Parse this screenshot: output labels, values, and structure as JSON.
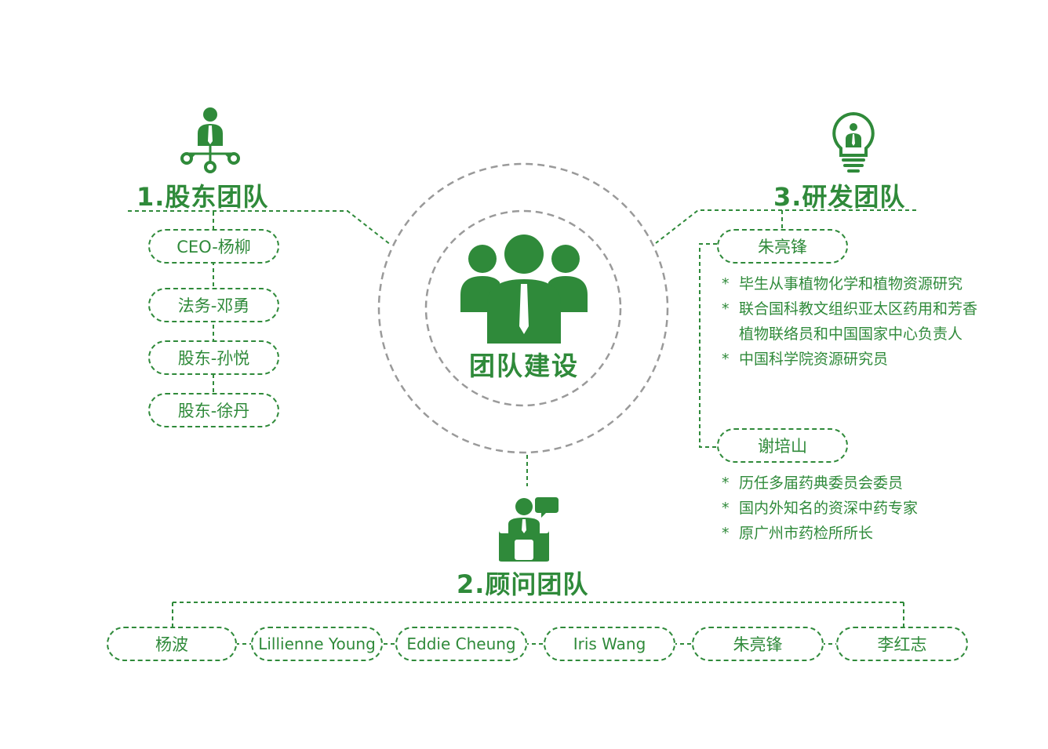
{
  "center": {
    "title": "团队建设"
  },
  "shareholders": {
    "heading": "1.股东团队",
    "members": [
      "CEO-杨柳",
      "法务-邓勇",
      "股东-孙悦",
      "股东-徐丹"
    ]
  },
  "advisors": {
    "heading": "2.顾问团队",
    "members": [
      "杨波",
      "Lillienne Young",
      "Eddie Cheung",
      "Iris Wang",
      "朱亮锋",
      "李红志"
    ]
  },
  "research": {
    "heading": "3.研发团队",
    "members": [
      {
        "name": "朱亮锋",
        "notes": [
          "毕生从事植物化学和植物资源研究",
          "联合国科教文组织亚太区药用和芳香植物联络员和中国国家中心负责人",
          "中国科学院资源研究员"
        ]
      },
      {
        "name": "谢培山",
        "notes": [
          "历任多届药典委员会委员",
          "国内外知名的资深中药专家",
          "原广州市药检所所长"
        ]
      }
    ]
  },
  "bullet_symbol": "*",
  "colors": {
    "accent": "#2f8a3a",
    "circle": "#9a9a9a"
  },
  "icons": [
    "network-person-icon",
    "team-icon",
    "speaker-podium-icon",
    "lightbulb-person-icon"
  ]
}
